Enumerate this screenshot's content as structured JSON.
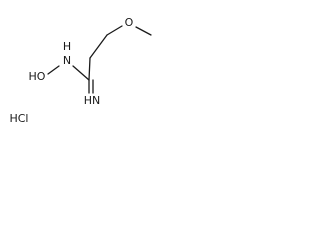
{
  "structure": {
    "atoms": {
      "methoxy_o": "O",
      "amine_n": "N",
      "amine_h": "H",
      "hydroxy_ho": "HO",
      "imine_hn": "HN"
    },
    "counterion": "HCl"
  },
  "colors": {
    "bond": "#1a1a1a",
    "label": "#1a1a1a"
  }
}
